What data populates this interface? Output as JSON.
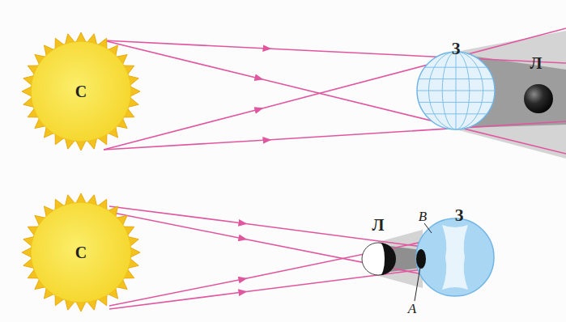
{
  "diagram": {
    "nodes": [
      {
        "text": [
          "С"
        ]
      },
      {
        "text": [
          "З"
        ]
      },
      {
        "text": [
          "Л"
        ]
      },
      {
        "text": [
          "С"
        ]
      },
      {
        "text": [
          "Л"
        ]
      },
      {
        "text": [
          "З"
        ]
      }
    ],
    "labels": [
      "B",
      "A"
    ]
  }
}
